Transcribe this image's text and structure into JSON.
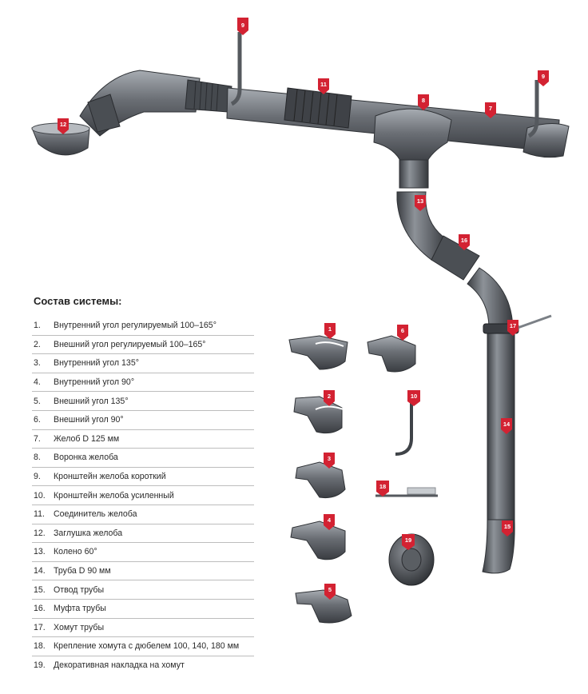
{
  "legend": {
    "title": "Состав системы:",
    "items": [
      {
        "num": "1.",
        "label": "Внутренний угол регулируемый 100–165°"
      },
      {
        "num": "2.",
        "label": "Внешний угол регулируемый 100–165°"
      },
      {
        "num": "3.",
        "label": "Внутренний угол 135°"
      },
      {
        "num": "4.",
        "label": "Внутренний угол 90°"
      },
      {
        "num": "5.",
        "label": "Внешний угол 135°"
      },
      {
        "num": "6.",
        "label": "Внешний угол 90°"
      },
      {
        "num": "7.",
        "label": "Желоб D 125 мм"
      },
      {
        "num": "8.",
        "label": "Воронка желоба"
      },
      {
        "num": "9.",
        "label": "Кронштейн желоба короткий"
      },
      {
        "num": "10.",
        "label": "Кронштейн желоба усиленный"
      },
      {
        "num": "11.",
        "label": "Соединитель желоба"
      },
      {
        "num": "12.",
        "label": "Заглушка желоба"
      },
      {
        "num": "13.",
        "label": "Колено 60°"
      },
      {
        "num": "14.",
        "label": "Труба D 90 мм"
      },
      {
        "num": "15.",
        "label": "Отвод трубы"
      },
      {
        "num": "16.",
        "label": "Муфта трубы"
      },
      {
        "num": "17.",
        "label": "Хомут трубы"
      },
      {
        "num": "18.",
        "label": "Крепление хомута с дюбелем 100, 140, 180 мм"
      },
      {
        "num": "19.",
        "label": "Декоративная накладка на хомут"
      }
    ]
  },
  "callouts": {
    "c1": "1",
    "c2": "2",
    "c3": "3",
    "c4": "4",
    "c5": "5",
    "c6": "6",
    "c7": "7",
    "c8": "8",
    "c9a": "9",
    "c9b": "9",
    "c10": "10",
    "c11": "11",
    "c12": "12",
    "c13": "13",
    "c14": "14",
    "c15": "15",
    "c16": "16",
    "c17": "17",
    "c18": "18",
    "c19": "19"
  },
  "colors": {
    "metal_dark": "#3c3f44",
    "metal_mid": "#62666c",
    "metal_light": "#9ba0a6",
    "callout_red": "#d32232"
  }
}
